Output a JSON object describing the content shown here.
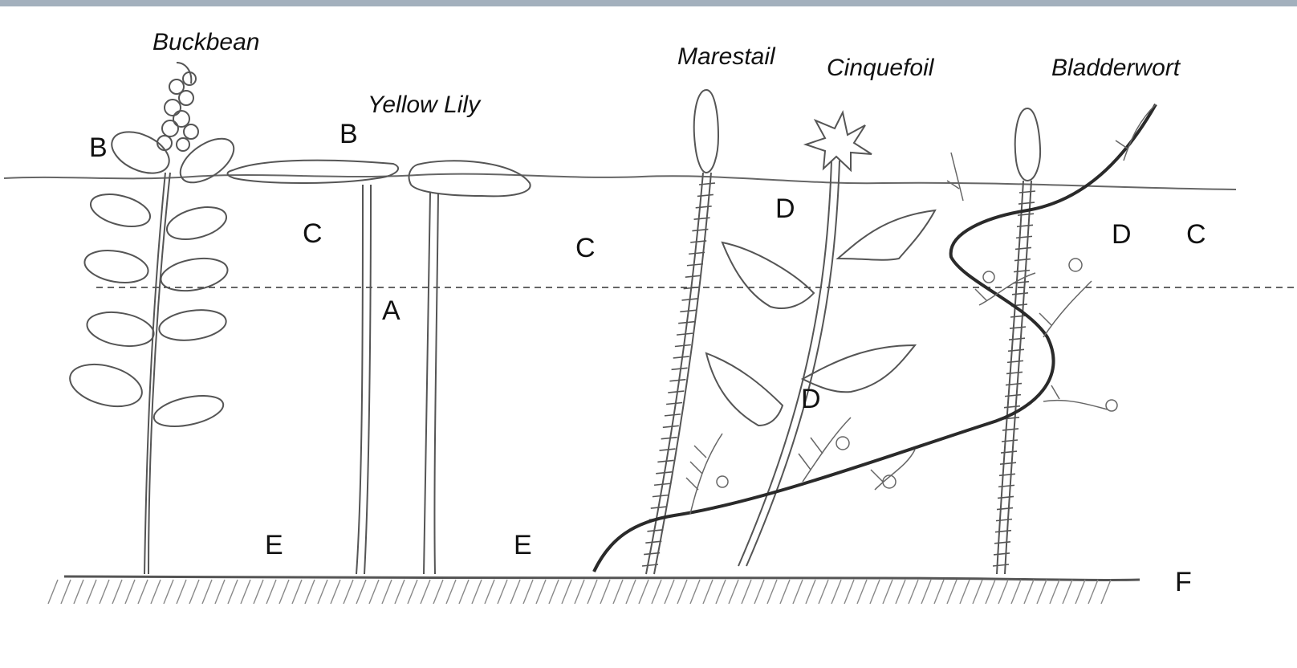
{
  "plants": {
    "buckbean": "Buckbean",
    "yellow_lily": "Yellow Lily",
    "marestail": "Marestail",
    "cinquefoil": "Cinquefoil",
    "bladderwort": "Bladderwort"
  },
  "zones": {
    "a": "A",
    "b": "B",
    "c": "C",
    "d": "D",
    "e": "E",
    "f": "F"
  },
  "colors": {
    "pencil": "#555555",
    "dark_stem": "#2a2a2a",
    "top_bar": "#a3b0bd"
  }
}
